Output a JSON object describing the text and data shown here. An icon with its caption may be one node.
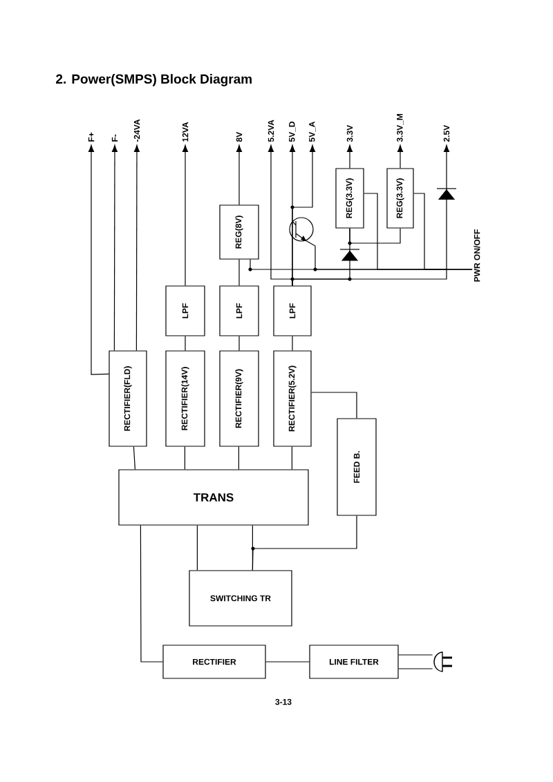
{
  "diagram": {
    "title": "2. Power(SMPS) Block Diagram",
    "nodes": [
      {
        "text": [
          "F+"
        ]
      },
      {
        "text": [
          "F-"
        ]
      },
      {
        "text": [
          "-24VA"
        ]
      },
      {
        "text": [
          "12VA"
        ]
      },
      {
        "text": [
          "8V"
        ]
      },
      {
        "text": [
          "5.2VA"
        ]
      },
      {
        "text": [
          "5V_D"
        ]
      },
      {
        "text": [
          "5V_A"
        ]
      },
      {
        "text": [
          "3.3V"
        ]
      },
      {
        "text": [
          "3.3V_M"
        ]
      },
      {
        "text": [
          "2.5V"
        ]
      },
      {
        "text": [
          "REG(8V)"
        ]
      },
      {
        "text": [
          "REG(3.3V)"
        ]
      },
      {
        "text": [
          "REG(3.3V)"
        ]
      },
      {
        "text": [
          "PWR ON/OFF"
        ]
      },
      {
        "text": [
          "LPF"
        ]
      },
      {
        "text": [
          "LPF"
        ]
      },
      {
        "text": [
          "LPF"
        ]
      },
      {
        "text": [
          "RECTIFIER(FLD)"
        ]
      },
      {
        "text": [
          "RECTIFIER(14V)"
        ]
      },
      {
        "text": [
          "RECTIFIER(9V)"
        ]
      },
      {
        "text": [
          "RECTIFIER(5.2V)"
        ]
      },
      {
        "text": [
          "TRANS"
        ]
      },
      {
        "text": [
          "FEED B."
        ]
      },
      {
        "text": [
          "SWITCHING TR"
        ]
      },
      {
        "text": [
          "RECTIFIER"
        ]
      },
      {
        "text": [
          "LINE FILTER"
        ]
      },
      {
        "text": [],
        "shape": "plug"
      }
    ],
    "edges": [
      {
        "from": 18,
        "to": 0,
        "arrow": "to"
      },
      {
        "from": 18,
        "to": 1,
        "arrow": "to"
      },
      {
        "from": 18,
        "to": 2,
        "arrow": "to"
      },
      {
        "from": 15,
        "to": 3,
        "arrow": "to"
      },
      {
        "from": 11,
        "to": 4,
        "arrow": "to"
      },
      {
        "from": 16,
        "to": 11,
        "arrow": "none"
      },
      {
        "from": 17,
        "to": 5,
        "arrow": "to"
      },
      {
        "from": 17,
        "to": 6,
        "arrow": "to"
      },
      {
        "from": 17,
        "to": 7,
        "arrow": "to"
      },
      {
        "from": 17,
        "to": 12,
        "arrow": "to"
      },
      {
        "from": 12,
        "to": 8,
        "arrow": "to"
      },
      {
        "from": 12,
        "to": 13,
        "arrow": "none"
      },
      {
        "from": 13,
        "to": 9,
        "arrow": "to"
      },
      {
        "from": 17,
        "to": 10,
        "arrow": "to"
      },
      {
        "from": 14,
        "to": 11,
        "arrow": "none"
      },
      {
        "from": 14,
        "to": 12,
        "arrow": "none"
      },
      {
        "from": 14,
        "to": 13,
        "arrow": "none"
      },
      {
        "from": 19,
        "to": 15,
        "arrow": "none"
      },
      {
        "from": 20,
        "to": 16,
        "arrow": "none"
      },
      {
        "from": 21,
        "to": 17,
        "arrow": "none"
      },
      {
        "from": 22,
        "to": 18,
        "arrow": "none"
      },
      {
        "from": 22,
        "to": 19,
        "arrow": "none"
      },
      {
        "from": 22,
        "to": 20,
        "arrow": "none"
      },
      {
        "from": 22,
        "to": 21,
        "arrow": "none"
      },
      {
        "from": 21,
        "to": 23,
        "arrow": "none"
      },
      {
        "from": 23,
        "to": 24,
        "arrow": "none"
      },
      {
        "from": 22,
        "to": 24,
        "arrow": "none"
      },
      {
        "from": 22,
        "to": 24,
        "arrow": "none"
      },
      {
        "from": 22,
        "to": 25,
        "arrow": "none"
      },
      {
        "from": 25,
        "to": 26,
        "arrow": "none"
      },
      {
        "from": 26,
        "to": 27,
        "arrow": "none"
      }
    ],
    "labels": [
      "3-13"
    ]
  }
}
